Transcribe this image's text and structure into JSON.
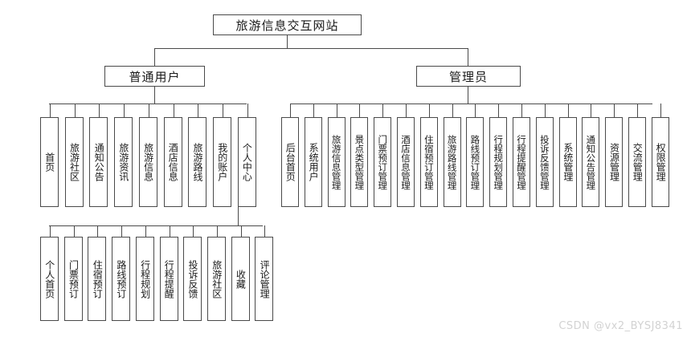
{
  "diagram": {
    "type": "tree-hierarchy",
    "root": {
      "label": "旅游信息交互网站"
    },
    "level2": [
      {
        "label": "普通用户"
      },
      {
        "label": "管理员"
      }
    ],
    "user_modules": [
      {
        "label": "首页"
      },
      {
        "label": "旅游社区"
      },
      {
        "label": "通知公告"
      },
      {
        "label": "旅游资讯"
      },
      {
        "label": "旅游信息"
      },
      {
        "label": "酒店信息"
      },
      {
        "label": "旅游路线"
      },
      {
        "label": "我的账户"
      },
      {
        "label": "个人中心"
      }
    ],
    "personal_center_modules": [
      {
        "label": "个人首页"
      },
      {
        "label": "门票预订"
      },
      {
        "label": "住宿预订"
      },
      {
        "label": "路线预订"
      },
      {
        "label": "行程规划"
      },
      {
        "label": "行程提醒"
      },
      {
        "label": "投诉反馈"
      },
      {
        "label": "旅游社区"
      },
      {
        "label": "收藏"
      },
      {
        "label": "评论管理"
      }
    ],
    "admin_modules": [
      {
        "label": "后台首页"
      },
      {
        "label": "系统用户"
      },
      {
        "label": "旅游信息管理"
      },
      {
        "label": "景点类型管理"
      },
      {
        "label": "门票预订管理"
      },
      {
        "label": "酒店信息管理"
      },
      {
        "label": "住宿预订管理"
      },
      {
        "label": "旅游路线管理"
      },
      {
        "label": "路线预订管理"
      },
      {
        "label": "行程规划管理"
      },
      {
        "label": "行程提醒管理"
      },
      {
        "label": "投诉反馈管理"
      },
      {
        "label": "系统管理"
      },
      {
        "label": "通知公告管理"
      },
      {
        "label": "资源管理"
      },
      {
        "label": "交流管理"
      },
      {
        "label": "权限管理"
      }
    ]
  },
  "watermark": {
    "text": "CSDN @vx2_BYSJ8341"
  },
  "colors": {
    "border": "#4a4a4a",
    "text": "#1a1a1a",
    "background": "#ffffff",
    "watermark": "#d2d2d2"
  }
}
